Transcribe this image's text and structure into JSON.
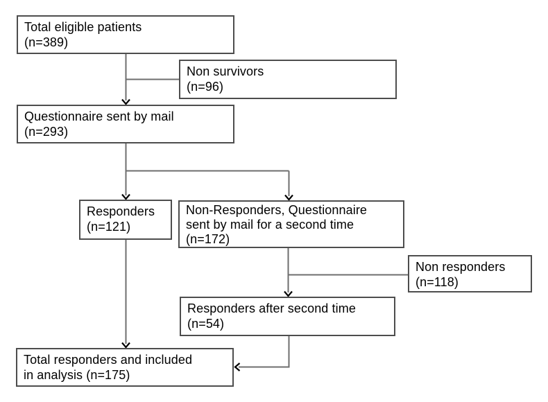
{
  "colors": {
    "background": "#ffffff",
    "box_border": "#4d4d4d",
    "connector_line": "#6e6e6e",
    "arrowhead": "#000000",
    "text": "#000000"
  },
  "boxes": [
    {
      "name": "total-eligible",
      "n": 389,
      "lines": [
        "Total eligible patients",
        "(n=389)"
      ]
    },
    {
      "name": "non-survivors",
      "n": 96,
      "lines": [
        "Non survivors",
        "(n=96)"
      ]
    },
    {
      "name": "questionnaire-sent-by-mail",
      "n": 293,
      "lines": [
        "Questionnaire sent by mail",
        "(n=293)"
      ]
    },
    {
      "name": "responders-first-time",
      "n": 121,
      "lines": [
        "Responders",
        "(n=121)"
      ]
    },
    {
      "name": "non-responders-second-mail",
      "n": 172,
      "lines": [
        "Non-Responders, Questionnaire",
        "sent by mail for a second time",
        "(n=172)"
      ]
    },
    {
      "name": "non-responders-final",
      "n": 118,
      "lines": [
        "Non responders",
        "(n=118)"
      ]
    },
    {
      "name": "responders-after-second",
      "n": 54,
      "lines": [
        "Responders after second time",
        "(n=54)"
      ]
    },
    {
      "name": "total-responders-analysis",
      "n": 175,
      "lines": [
        "Total responders and included",
        "in analysis (n=175)"
      ]
    }
  ]
}
